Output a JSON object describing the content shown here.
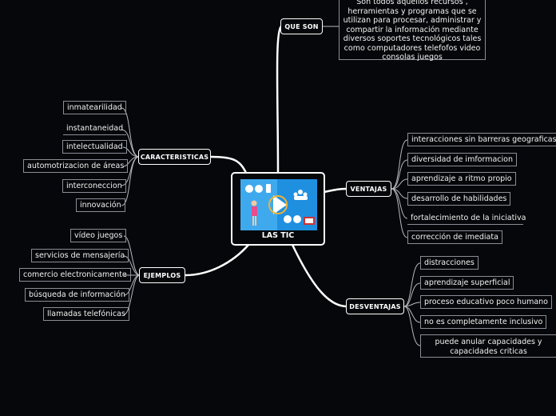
{
  "central": {
    "title": "LAS TIC"
  },
  "que_son": {
    "label": "QUE SON",
    "description": "Son todos  aquellos recursos , herramientas y programas que se utilizan para procesar, administrar y compartir la información mediante diversos soportes tecnológicos tales como computadores telefofos video consolas  juegos"
  },
  "caracteristicas": {
    "label": "CARACTERISTICAS",
    "items": [
      "inmatearilidad",
      "instantaneidad",
      "intelectualidad",
      "automotrizacion de áreas",
      "interconeccion",
      "innovación"
    ]
  },
  "ejemplos": {
    "label": "EJEMPLOS",
    "items": [
      "vídeo juegos",
      "servicios de mensajería",
      "comercio electronicamente",
      "búsqueda de información",
      "llamadas telefónicas"
    ]
  },
  "ventajas": {
    "label": "VENTAJAS",
    "items": [
      "interacciones sin barreras geograficas",
      "diversidad de imformacion",
      "aprendizaje a ritmo propio",
      "desarrollo de habilidades",
      "fortalecimiento de la iniciativa",
      "corrección de imediata"
    ]
  },
  "desventajas": {
    "label": "DESVENTAJAS",
    "items": [
      "distracciones",
      "aprendizaje superficial",
      "proceso educativo poco humano",
      "no es completamente inclusivo",
      "puede anular capacidades y capacidades criticas"
    ]
  }
}
